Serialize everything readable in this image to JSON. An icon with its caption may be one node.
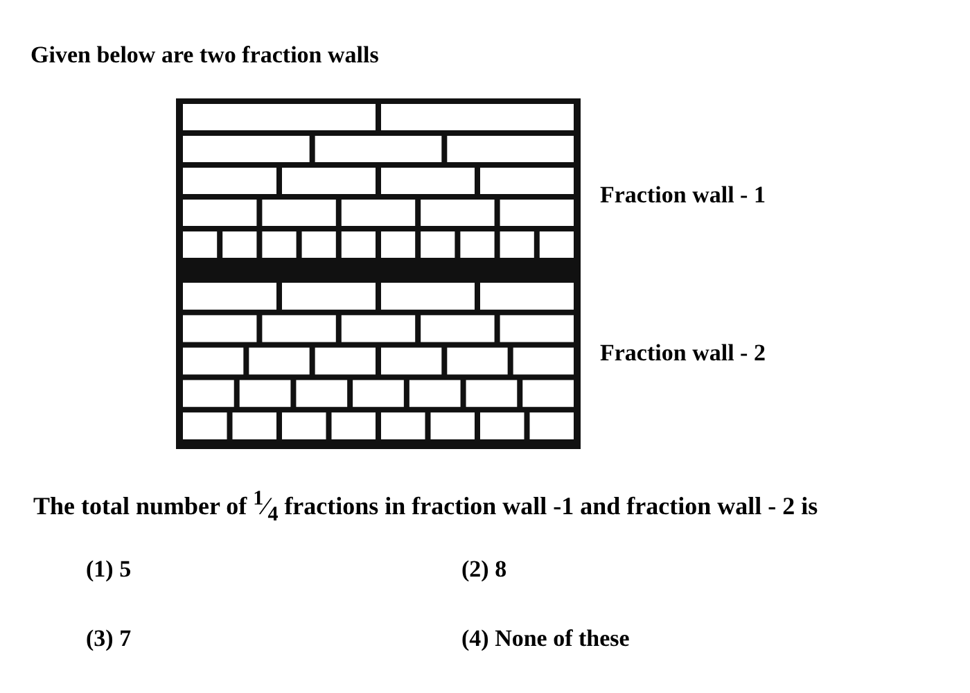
{
  "diagram": {
    "title": "Given below are two fraction walls",
    "labels": [
      "Fraction wall - 1",
      "Fraction wall - 2",
      "The total number of $^{1}$⁄$_{4}$ fractions in fraction wall -1 and fraction wall - 2 is",
      "(1)  5",
      "(2)  8",
      "(3)  7",
      "(4)  None of these"
    ]
  }
}
